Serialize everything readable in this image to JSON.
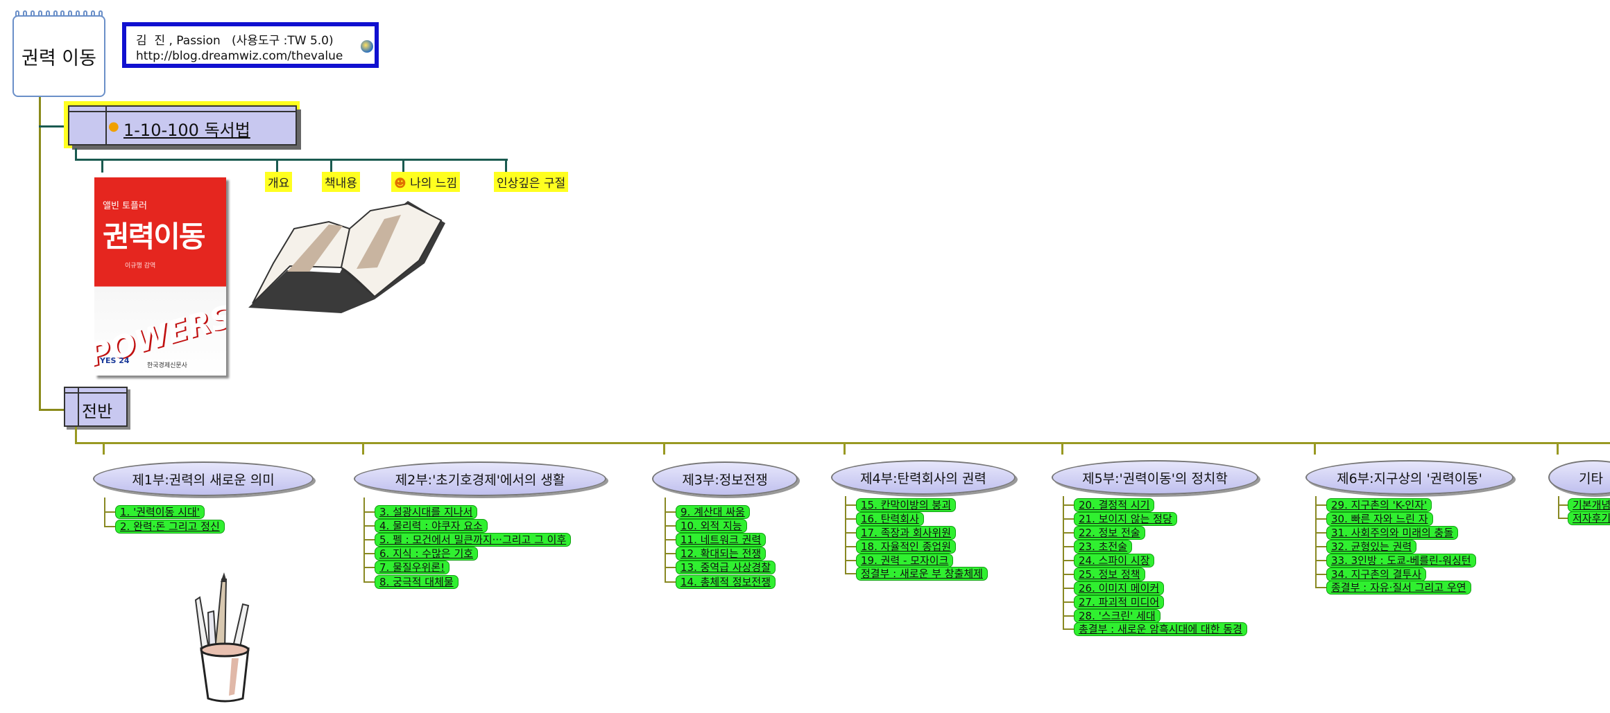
{
  "root": {
    "title": "권력 이동"
  },
  "author": {
    "line1": "김  진 , Passion   (사용도구 :TW 5.0)",
    "line2": "http://blog.dreamwiz.com/thevalue"
  },
  "topic1": {
    "title": "1-10-100 독서법",
    "tags": [
      "개요",
      "책내용",
      "나의 느낌",
      "인상깊은 구절"
    ]
  },
  "cover": {
    "top_text": "앨빈 토플러",
    "title": "권력이동",
    "author_small": "이규행 감역",
    "brand": "POWERSHIFT",
    "publisher": "한국경제신문사",
    "logo": "YES 24"
  },
  "topic2": {
    "title": "전반"
  },
  "parts": [
    {
      "title": "제1부:권력의 새로운 의미",
      "items": [
        "1. '권력이동 시대'",
        "2. 완력·돈 그리고 정신"
      ]
    },
    {
      "title": "제2부:'초기호경제'에서의 생활",
      "items": [
        "3. 설광시대를 지나서",
        "4. 물리력 : 야쿠자 요소",
        "5. 펠 : 모건에서 밀큰까지···그리고 그 이후",
        "6. 지식 : 수많은 기호",
        "7. 물질우위론!",
        "8. 궁극적 대체물"
      ]
    },
    {
      "title": "제3부:정보전쟁",
      "items": [
        "9. 계산대 싸움",
        "10. 외적 지능",
        "11. 네트워크 권력",
        "12. 확대되는 전쟁",
        "13. 중역급 사상경찰",
        "14. 총체적 정보전쟁"
      ]
    },
    {
      "title": "제4부:탄력회사의 권력",
      "items": [
        "15. 칸막이방의 붕괴",
        "16. 탄력회사",
        "17. 족장과 회사위원",
        "18. 자율적인 종업원",
        "19. 권력 - 모자이크",
        "정결부 : 새로운 부 창출체제"
      ]
    },
    {
      "title": "제5부:'권력이동'의 정치학",
      "items": [
        "20. 결정적 시기",
        "21. 보이지 않는 정당",
        "22. 정보 전술",
        "23. 초전술",
        "24. 스파이 시장",
        "25. 정보 정책",
        "26. 이미지 메이커",
        "27. 파괴적 미디어",
        "28. '스크린' 세대",
        "총결부 : 새로운 암흑시대에 대한 동경"
      ]
    },
    {
      "title": "제6부:지구상의 '권력이동'",
      "items": [
        "29. 지구촌의 'K-인자'",
        "30. 빠른 자와 느린 자",
        "31. 사회주의와 미래의 충돌",
        "32. 균형있는 권력",
        "33. 3인방 : 도쿄-베를린-워싱턴",
        "34. 지구촌의 결투사",
        "종결부 : 자유·질서 그리고 우연"
      ]
    },
    {
      "title": "기타",
      "items": [
        "기본개념",
        "저자후기"
      ]
    }
  ],
  "colors": {
    "node_fill": "#c8c8f0",
    "tag_yellow": "#ffff20",
    "item_green": "#30f030",
    "border_blue": "#1010d0"
  }
}
